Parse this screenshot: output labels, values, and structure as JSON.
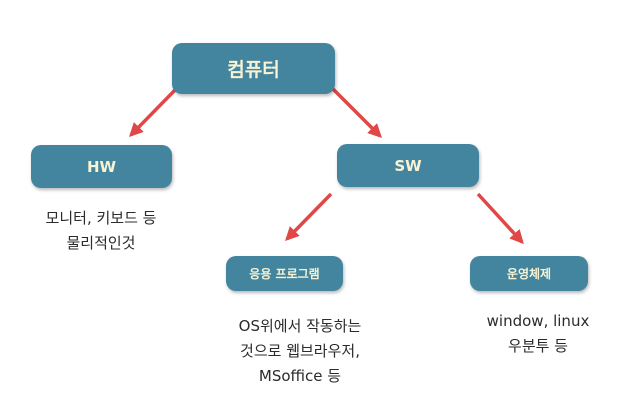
{
  "nodes": {
    "root": "컴퓨터",
    "hw": "HW",
    "sw": "SW",
    "app": "응용 프로그램",
    "os": "운영체제"
  },
  "descriptions": {
    "hw": [
      "모니터, 키보드 등",
      "물리적인것"
    ],
    "app": [
      "OS위에서 작동하는",
      "것으로 웹브라우저,",
      "MSoffice 등"
    ],
    "os": [
      "window, linux",
      "우분투 등"
    ]
  },
  "colors": {
    "node_fill": "#43849f",
    "node_text": "#f7f3d4",
    "arrow": "#e04848",
    "description_text": "#2b2b2b"
  }
}
